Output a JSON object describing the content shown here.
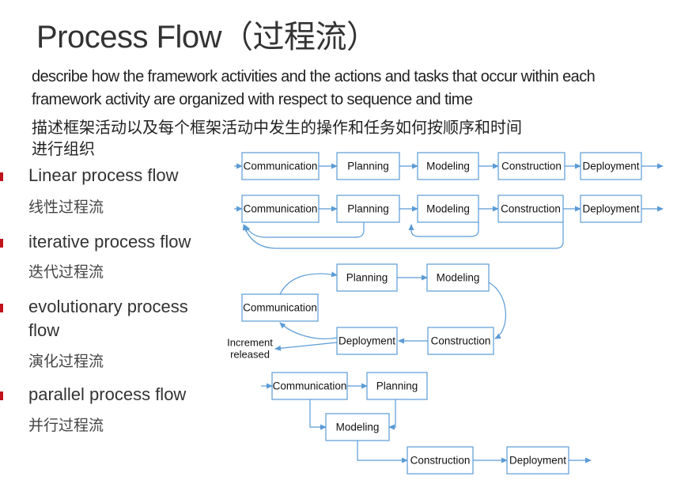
{
  "title": "Process Flow（过程流）",
  "description": {
    "line1": "describe how the framework activities and the actions and tasks that occur within each",
    "line2": "framework activity are organized with respect  to sequence and time",
    "line3": "描述框架活动以及每个框架活动中发生的操作和任务如何按顺序和时间",
    "line4": "进行组织"
  },
  "bullets": [
    {
      "label": "Linear process flow",
      "sub": "线性过程流"
    },
    {
      "label_line1": "iterative process flow",
      "sub": "迭代过程流"
    },
    {
      "label_line1": "evolutionary process",
      "label_line2": "flow",
      "sub": "演化过程流"
    },
    {
      "label": "parallel process flow",
      "sub": "并行过程流"
    }
  ],
  "nodes": {
    "communication": "Communication",
    "planning": "Planning",
    "modeling": "Modeling",
    "construction": "Construction",
    "deployment": "Deployment"
  },
  "increment_label": {
    "line1": "Increment",
    "line2": "released"
  },
  "colors": {
    "box_border": "#5b9bd5",
    "arrow": "#5b9bd5",
    "bullet": "#c0121b"
  }
}
